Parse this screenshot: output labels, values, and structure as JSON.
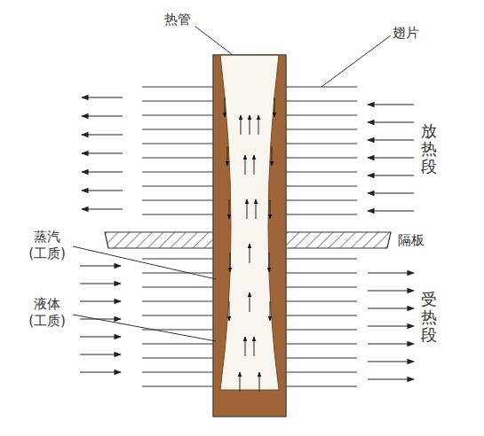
{
  "diagram": {
    "labels": [
      "热管",
      "翅片",
      "放热段",
      "隔板",
      "蒸汽 (工质)",
      "液体 (工质)",
      "受热段"
    ]
  }
}
